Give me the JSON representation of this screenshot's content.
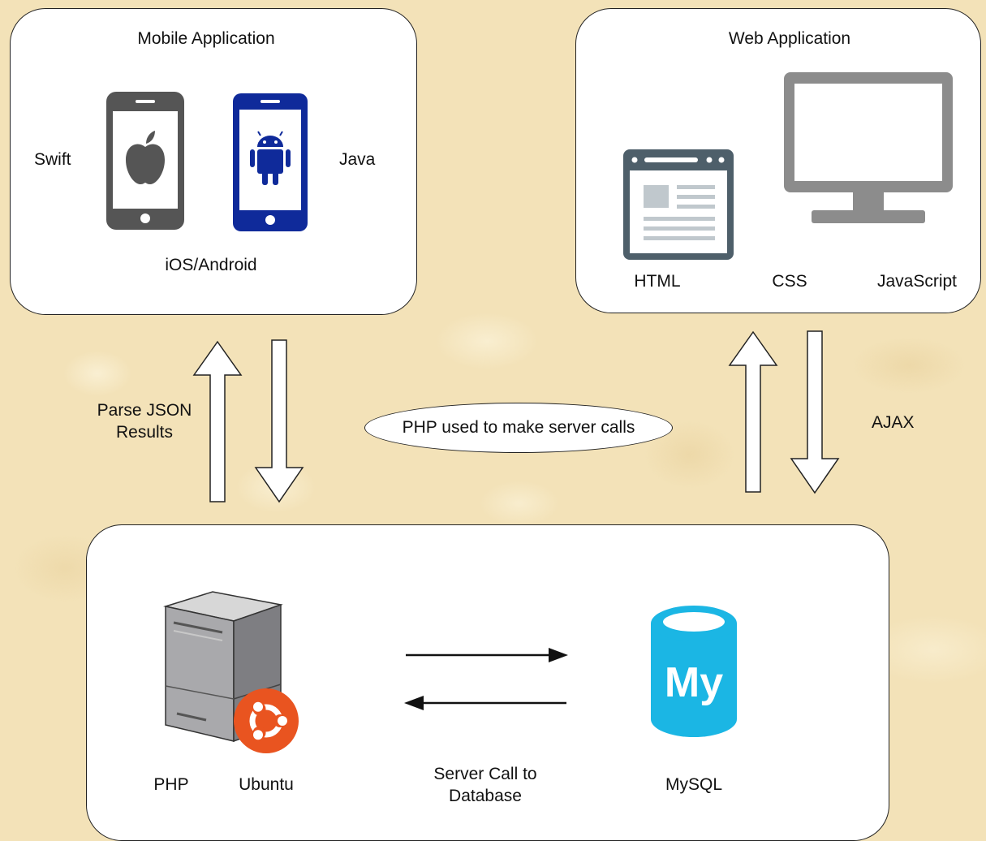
{
  "mobile": {
    "title": "Mobile Application",
    "swift": "Swift",
    "java": "Java",
    "platforms": "iOS/Android",
    "icons": [
      "apple-phone-icon",
      "android-phone-icon"
    ]
  },
  "web": {
    "title": "Web Application",
    "html": "HTML",
    "css": "CSS",
    "javascript": "JavaScript",
    "icons": [
      "browser-window-icon",
      "monitor-icon"
    ]
  },
  "connectors": {
    "mobile_label_line1": "Parse JSON",
    "mobile_label_line2": "Results",
    "center_oval": "PHP used to make server calls",
    "web_label": "AJAX"
  },
  "server": {
    "php": "PHP",
    "ubuntu": "Ubuntu",
    "call_line1": "Server Call to",
    "call_line2": "Database",
    "mysql": "MySQL",
    "mysql_logo_text": "My",
    "icons": [
      "server-tower-icon",
      "ubuntu-logo-icon",
      "mysql-database-icon"
    ]
  },
  "colors": {
    "background": "#f3e2b8",
    "phone_gray": "#555555",
    "android_blue": "#0f2a9a",
    "browser_slate": "#4e5f6a",
    "monitor_gray": "#8c8c8c",
    "ubuntu_orange": "#e95420",
    "mysql_cyan": "#1bb6e4"
  }
}
